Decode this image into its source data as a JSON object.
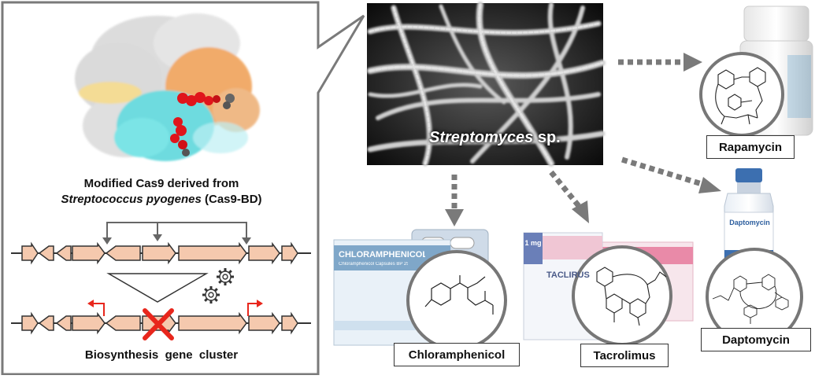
{
  "cas9": {
    "line1": "Modified Cas9 derived from",
    "organism": "Streptococcus pyogenes",
    "suffix": "(Cas9-BD)"
  },
  "cluster": {
    "label": "Biosynthesis  gene  cluster"
  },
  "micrograph": {
    "genus": "Streptomyces",
    "suffix": "sp."
  },
  "products": {
    "rapamycin": "Rapamycin",
    "chloramphenicol": "Chloramphenicol",
    "tacrolimus": "Tacrolimus",
    "daptomycin": "Daptomycin"
  },
  "packaging": {
    "chloramphenicol_brand": "CHLORAMPHENICOL 25",
    "chloramphenicol_sub": "Chloramphenicol Capsules BP 250mg",
    "tacrolimus_brand": "TACLIRUS",
    "tacrolimus_dose": "1 mg",
    "daptomycin_brand": "Daptomycin"
  },
  "colors": {
    "gene_fill": "#f5c9ae",
    "gene_stroke": "#333333",
    "knockout": "#e8261c",
    "promoter": "#e8261c",
    "dotted_arrow": "#7a7a7a",
    "protein_cyan": "#5fd8dc",
    "protein_orange": "#f0a35a",
    "protein_gray": "#d9d9d9",
    "protein_red": "#e0151b"
  }
}
